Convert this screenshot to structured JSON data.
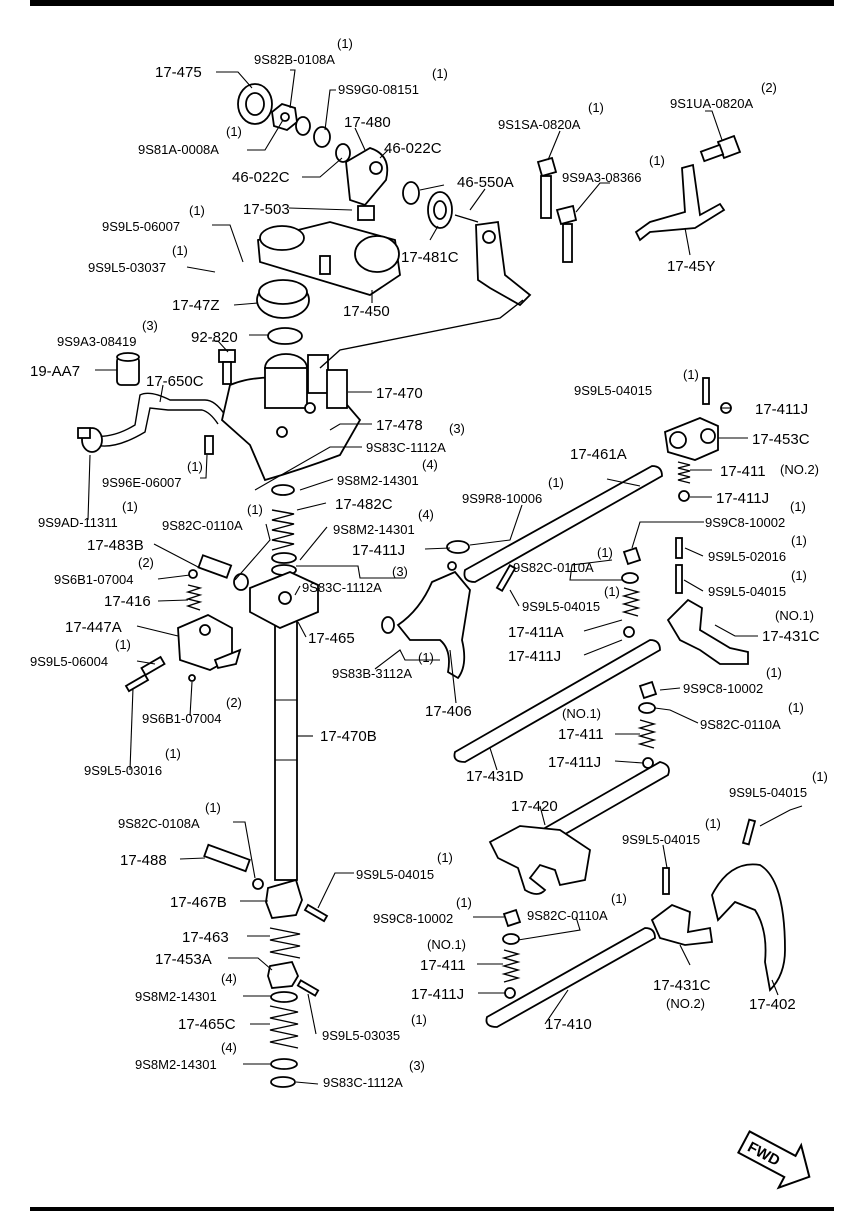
{
  "labels": {
    "l_17475": "17-475",
    "l_9s82b": "9S82B-0108A",
    "q_9s82b": "(1)",
    "l_9s9g0": "9S9G0-08151",
    "q_9s9g0": "(1)",
    "l_9s81a": "9S81A-0008A",
    "q_9s81a": "(1)",
    "l_17480": "17-480",
    "l_46022c_a": "46-022C",
    "l_46022c_b": "46-022C",
    "l_9s1sa": "9S1SA-0820A",
    "q_9s1sa": "(1)",
    "l_9s1ua": "9S1UA-0820A",
    "q_9s1ua": "(2)",
    "l_46550a": "46-550A",
    "l_9s9a3_08366": "9S9A3-08366",
    "q_9s9a3_08366": "(1)",
    "l_17503": "17-503",
    "l_9s9l5_06007": "9S9L5-06007",
    "q_9s9l5_06007": "(1)",
    "l_9s9l5_03037": "9S9L5-03037",
    "q_9s9l5_03037": "(1)",
    "l_17481c": "17-481C",
    "l_1745y": "17-45Y",
    "l_1747z": "17-47Z",
    "l_17450": "17-450",
    "l_9s9a3_08419": "9S9A3-08419",
    "q_9s9a3_08419": "(3)",
    "l_92820": "92-820",
    "l_19aa7": "19-AA7",
    "l_17650c": "17-650C",
    "l_17470": "17-470",
    "l_17478": "17-478",
    "l_9s83c_top": "9S83C-1112A",
    "q_9s83c_top": "(3)",
    "l_9s9l5_04015_a": "9S9L5-04015",
    "q_9s9l5_04015_a": "(1)",
    "l_17411j_a": "17-411J",
    "l_17453c": "17-453C",
    "l_17411_a": "17-411",
    "n_17411_a": "(NO.2)",
    "l_17411j_b": "17-411J",
    "l_9s96e": "9S96E-06007",
    "q_9s96e": "(1)",
    "l_9s8m2_a": "9S8M2-14301",
    "q_9s8m2_a": "(4)",
    "l_17461a": "17-461A",
    "l_9s9r8": "9S9R8-10006",
    "q_9s9r8": "(1)",
    "l_9s9ad": "9S9AD-11311",
    "q_9s9ad": "(1)",
    "l_17482c": "17-482C",
    "l_9s82c_0110a_a": "9S82C-0110A",
    "q_9s82c_0110a_a": "(1)",
    "l_9s8m2_b": "9S8M2-14301",
    "q_9s8m2_b": "(4)",
    "l_9s9c8_a": "9S9C8-10002",
    "q_9s9c8_a": "(1)",
    "l_17483b": "17-483B",
    "l_17411j_c": "17-411J",
    "l_9s82c_0110a_b": "9S82C-0110A",
    "q_9s82c_0110a_b": "(1)",
    "l_9s9l5_02016": "9S9L5-02016",
    "q_9s9l5_02016": "(1)",
    "l_9s6b1_a": "9S6B1-07004",
    "q_9s6b1_a": "(2)",
    "l_9s83c_mid": "9S83C-1112A",
    "q_9s83c_mid": "(3)",
    "l_9s9l5_04015_b": "9S9L5-04015",
    "q_9s9l5_04015_b": "(1)",
    "l_17416": "17-416",
    "l_9s9l5_04015_c": "9S9L5-04015",
    "q_9s9l5_04015_c": "(1)",
    "l_17431c_a": "17-431C",
    "n_17431c_a": "(NO.1)",
    "l_17447a": "17-447A",
    "l_17411a": "17-411A",
    "l_17465": "17-465",
    "l_9s9l5_06004": "9S9L5-06004",
    "q_9s9l5_06004": "(1)",
    "l_17411j_d": "17-411J",
    "l_9s83b": "9S83B-3112A",
    "q_9s83b": "(1)",
    "l_9s9c8_b": "9S9C8-10002",
    "q_9s9c8_b": "(1)",
    "l_9s6b1_b": "9S6B1-07004",
    "q_9s6b1_b": "(2)",
    "l_17406": "17-406",
    "l_17411_b": "17-411",
    "n_17411_b": "(NO.1)",
    "l_9s82c_0110a_c": "9S82C-0110A",
    "q_9s82c_0110a_c": "(1)",
    "l_17470b": "17-470B",
    "l_9s9l5_03016": "9S9L5-03016",
    "q_9s9l5_03016": "(1)",
    "l_17411j_e": "17-411J",
    "l_17431d": "17-431D",
    "l_9s9l5_04015_d": "9S9L5-04015",
    "q_9s9l5_04015_d": "(1)",
    "l_17420": "17-420",
    "l_9s82c_0108a": "9S82C-0108A",
    "q_9s82c_0108a": "(1)",
    "l_9s9l5_04015_e": "9S9L5-04015",
    "q_9s9l5_04015_e": "(1)",
    "l_17488": "17-488",
    "l_9s9l5_04015_f": "9S9L5-04015",
    "q_9s9l5_04015_f": "(1)",
    "l_17467b": "17-467B",
    "l_9s9c8_c": "9S9C8-10002",
    "q_9s9c8_c": "(1)",
    "l_9s82c_0110a_d": "9S82C-0110A",
    "q_9s82c_0110a_d": "(1)",
    "l_17463": "17-463",
    "l_17411_c": "17-411",
    "n_17411_c": "(NO.1)",
    "l_17453a": "17-453A",
    "l_9s8m2_c": "9S8M2-14301",
    "q_9s8m2_c": "(4)",
    "l_17411j_f": "17-411J",
    "l_17431c_b": "17-431C",
    "n_17431c_b": "(NO.2)",
    "l_17402": "17-402",
    "l_17465c": "17-465C",
    "l_9s9l5_03035": "9S9L5-03035",
    "q_9s9l5_03035": "(1)",
    "l_17410": "17-410",
    "l_9s8m2_d": "9S8M2-14301",
    "q_9s8m2_d": "(4)",
    "l_9s83c_bot": "9S83C-1112A",
    "q_9s83c_bot": "(3)",
    "fwd": "FWD"
  }
}
